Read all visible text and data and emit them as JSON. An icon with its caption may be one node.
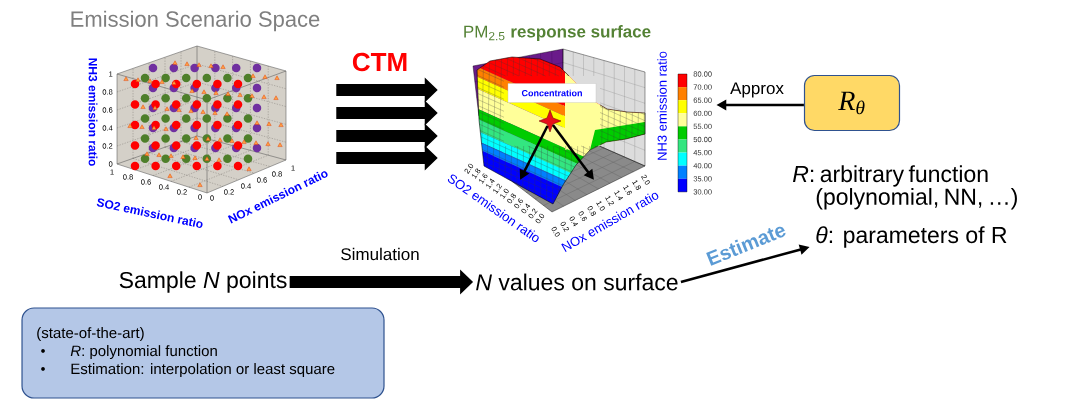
{
  "diagram": {
    "nodes": [
      {
        "text": [
          "Emission Scenario Space"
        ]
      },
      {
        "text": [
          "PM$_{2.5}$ **response surface**"
        ]
      },
      {
        "text": [
          "Concentration"
        ],
        "in": 1
      },
      {
        "text": [],
        "shape": "star",
        "in": 1
      },
      {
        "text": [
          "R$_{θ}$"
        ]
      },
      {
        "text": [
          "*R*: arbitrary function (polynomial, NN, …)",
          "*θ*: parameters of R"
        ]
      },
      {
        "text": [
          "Sample *N* points"
        ]
      },
      {
        "text": [
          "*N* values on surface"
        ]
      },
      {
        "text": [
          "(state-of-the-art)",
          "*R*: polynomial function",
          "Estimation: interpolation or least square"
        ]
      }
    ],
    "edges": [
      {
        "from": 0,
        "to": 1,
        "arrow": "to",
        "label": "CTM"
      },
      {
        "from": 0,
        "to": 1,
        "arrow": "to"
      },
      {
        "from": 0,
        "to": 1,
        "arrow": "to"
      },
      {
        "from": 0,
        "to": 1,
        "arrow": "to"
      },
      {
        "from": 4,
        "to": 1,
        "arrow": "to",
        "label": "Approx"
      },
      {
        "from": 6,
        "to": 7,
        "arrow": "to",
        "label": "Simulation"
      },
      {
        "from": 7,
        "to": 5,
        "arrow": "to",
        "label": "Estimate"
      },
      {
        "from": 3,
        "to": 1,
        "arrow": "to"
      },
      {
        "from": 3,
        "to": 1,
        "arrow": "to"
      }
    ],
    "labels": [
      "NH3 emission ratio",
      "1",
      "0.8",
      "0.6",
      "0.4",
      "0.2",
      "0",
      "1",
      "0.8",
      "0.6",
      "0.4",
      "0.2",
      "0",
      "0",
      "0.2",
      "0.4",
      "0.6",
      "0.8",
      "1",
      "SO2 emission ratio",
      "NOx emission ratio",
      "NH3 emission ratio",
      "80.00",
      "70.00",
      "65.00",
      "60.00",
      "55.00",
      "50.00",
      "45.00",
      "40.00",
      "35.00",
      "30.00",
      "2.0",
      "1.8",
      "1.6",
      "1.4",
      "1.2",
      "1.0",
      "0.8",
      "0.6",
      "0.4",
      "0.2",
      "0.0",
      "0.0",
      "0.2",
      "0.4",
      "0.6",
      "0.8",
      "1.0",
      "1.2",
      "1.4",
      "1.6",
      "1.8",
      "2.0",
      "SO2 emission ratio",
      "NOx emission ratio"
    ]
  }
}
